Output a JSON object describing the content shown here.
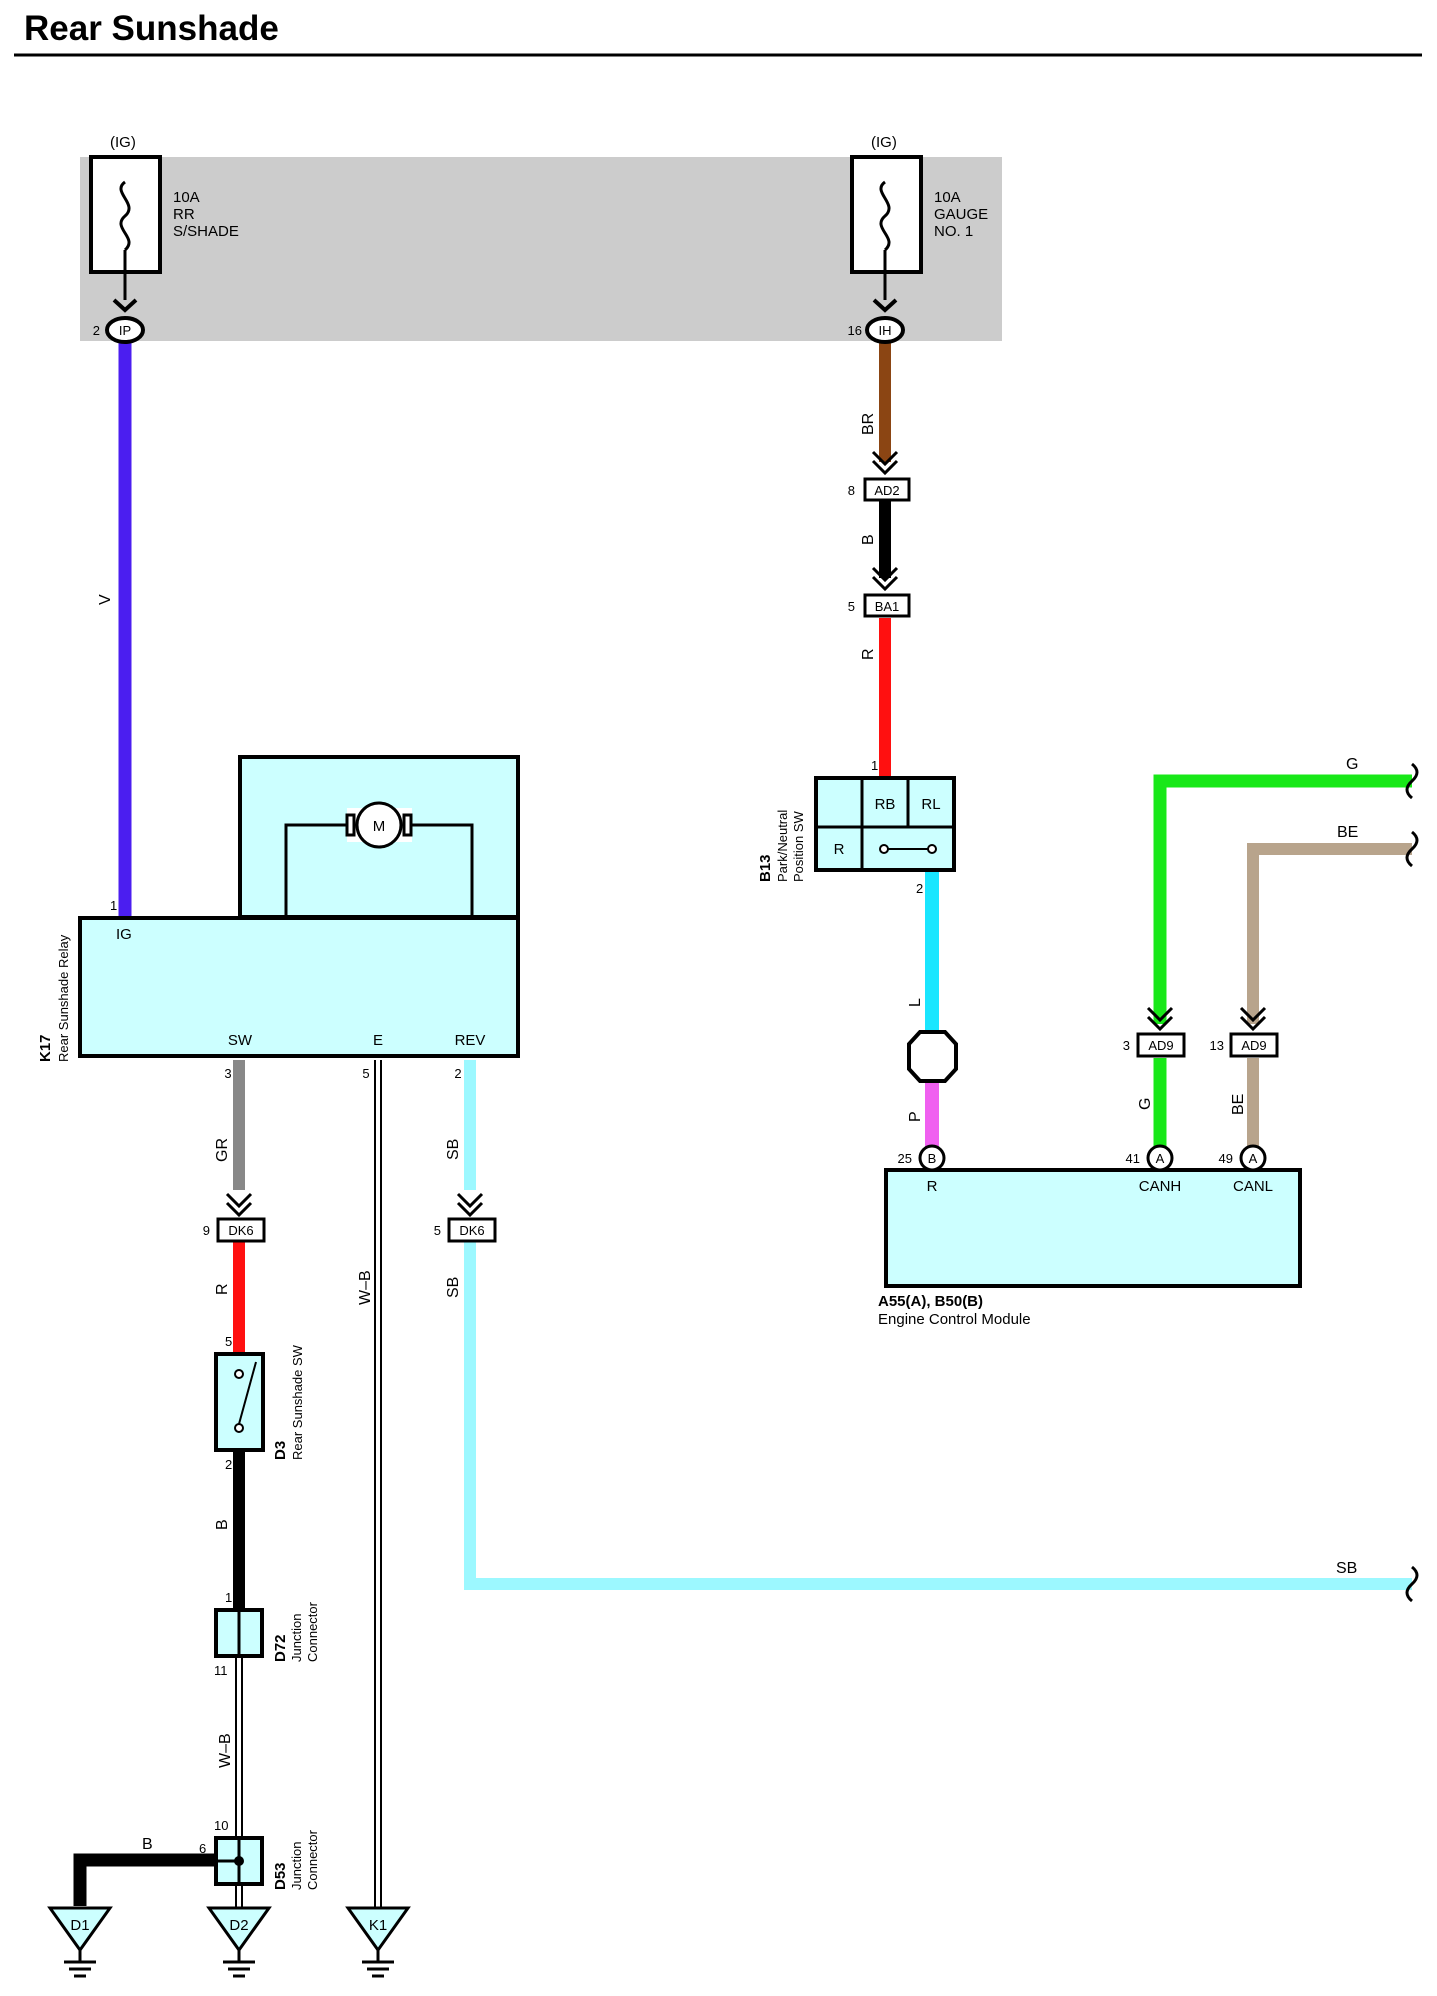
{
  "title": "Rear Sunshade",
  "colors": {
    "V": "#4b1ef0",
    "BR": "#8b4513",
    "B": "#000000",
    "R": "#ff1010",
    "L": "#19e6ff",
    "P": "#f060f0",
    "G": "#18e818",
    "BE": "#b8a48c",
    "GR": "#888888",
    "SB": "#9cf8ff",
    "fuse_block": "#cccccc",
    "component": "#ccffff"
  },
  "fuses": [
    {
      "source": "(IG)",
      "rating": "10A",
      "name_line1": "RR",
      "name_line2": "S/SHADE",
      "connector": "IP",
      "pin": "2"
    },
    {
      "source": "(IG)",
      "rating": "10A",
      "name_line1": "GAUGE",
      "name_line2": "NO. 1",
      "connector": "IH",
      "pin": "16"
    }
  ],
  "wire_labels": {
    "v": "V",
    "br": "BR",
    "b_ad2": "B",
    "r_ba1": "R",
    "l": "L",
    "p": "P",
    "g_top": "G",
    "be_top": "BE",
    "g_down": "G",
    "be_down": "BE",
    "gr": "GR",
    "sb1": "SB",
    "sb2": "SB",
    "sb_right": "SB",
    "r_dk6": "R",
    "wb_main": "W–B",
    "b_d3": "B",
    "wb_d72": "W–B",
    "b_d1": "B"
  },
  "connectors": {
    "ad2": {
      "name": "AD2",
      "pin": "8"
    },
    "ba1": {
      "name": "BA1",
      "pin": "5"
    },
    "ad9_g": {
      "name": "AD9",
      "pin": "3"
    },
    "ad9_be": {
      "name": "AD9",
      "pin": "13"
    },
    "dk6_gr": {
      "name": "DK6",
      "pin": "9"
    },
    "dk6_sb": {
      "name": "DK6",
      "pin": "5"
    }
  },
  "k17": {
    "code": "K17",
    "name": "Rear Sunshade Relay",
    "motor": "M",
    "ig_label": "IG",
    "ig_pin": "1",
    "sw_label": "SW",
    "sw_pin": "3",
    "e_label": "E",
    "e_pin": "5",
    "rev_label": "REV",
    "rev_pin": "2"
  },
  "b13": {
    "code": "B13",
    "name_line1": "Park/Neutral",
    "name_line2": "Position SW",
    "pin_in": "1",
    "pin_out": "2",
    "rb": "RB",
    "rl": "RL",
    "r": "R"
  },
  "ecm": {
    "code": "A55(A), B50(B)",
    "name": "Engine Control Module",
    "r_label": "R",
    "r_pin": "25",
    "r_conn": "B",
    "canh_label": "CANH",
    "canh_pin": "41",
    "canh_conn": "A",
    "canl_label": "CANL",
    "canl_pin": "49",
    "canl_conn": "A"
  },
  "d3": {
    "code": "D3",
    "name": "Rear Sunshade SW",
    "pin_top": "5",
    "pin_bottom": "2"
  },
  "d72": {
    "code": "D72",
    "name_line1": "Junction",
    "name_line2": "Connector",
    "pin_top": "1",
    "pin_bottom": "11"
  },
  "d53": {
    "code": "D53",
    "name_line1": "Junction",
    "name_line2": "Connector",
    "pin_top": "10",
    "pin_side": "6"
  },
  "grounds": [
    "D1",
    "D2",
    "K1"
  ]
}
